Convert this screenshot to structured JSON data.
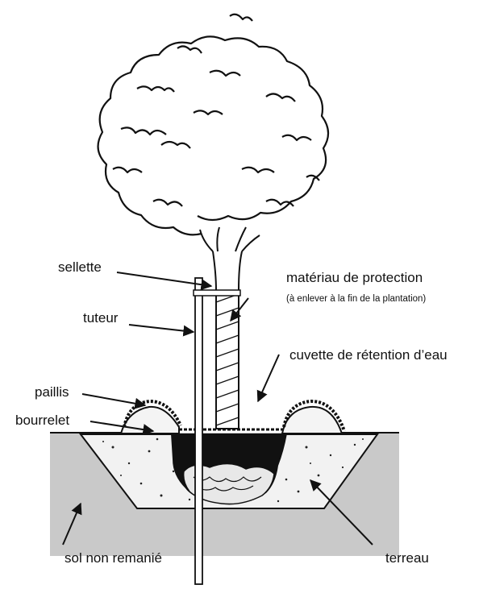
{
  "labels": {
    "sellette": "sellette",
    "materiau": "matériau de protection",
    "materiau_note": "(à enlever à la fin de la plantation)",
    "tuteur": "tuteur",
    "cuvette": "cuvette de rétention d’eau",
    "paillis": "paillis",
    "bourrelet": "bourrelet",
    "sol": "sol non remanié",
    "terreau": "terreau"
  },
  "colors": {
    "soil_undisturbed": "#c9c9c9",
    "planting_soil": "#f2f2f2",
    "root_ball": "#111111",
    "outline": "#111111"
  }
}
